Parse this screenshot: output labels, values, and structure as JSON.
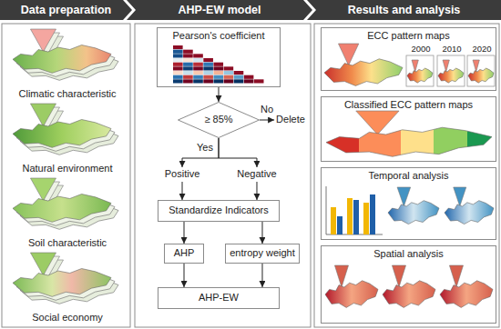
{
  "diagram": {
    "nodes": [
      {
        "text": [
          "Data preparation"
        ]
      },
      {
        "text": [
          "AHP-EW model"
        ]
      },
      {
        "text": [
          "Results and analysis"
        ]
      },
      {
        "text": [
          "Climatic characteristic"
        ]
      },
      {
        "text": [
          "Natural environment"
        ]
      },
      {
        "text": [
          "Soil characteristic"
        ]
      },
      {
        "text": [
          "Social economy"
        ]
      },
      {
        "text": [
          "Pearson's coefficient"
        ]
      },
      {
        "text": [
          "≥ 85%"
        ]
      },
      {
        "text": [
          "Delete"
        ]
      },
      {
        "text": [
          "Positive"
        ]
      },
      {
        "text": [
          "Negative"
        ]
      },
      {
        "text": [
          "Standardize Indicators"
        ]
      },
      {
        "text": [
          "AHP"
        ]
      },
      {
        "text": [
          "entropy weight"
        ]
      },
      {
        "text": [
          "AHP-EW"
        ]
      },
      {
        "text": [
          "ECC pattern maps",
          "2000",
          "2010",
          "2020"
        ]
      },
      {
        "text": [
          "Classified ECC pattern maps"
        ]
      },
      {
        "text": [
          "Temporal analysis"
        ]
      },
      {
        "text": [
          "Spatial analysis"
        ]
      }
    ],
    "edges": [
      {
        "from": 7,
        "to": 8,
        "arrow": "to"
      },
      {
        "from": 8,
        "to": 9,
        "label": "No",
        "arrow": "to"
      },
      {
        "from": 8,
        "to": 10,
        "label": "Yes",
        "arrow": "to"
      },
      {
        "from": 8,
        "to": 11,
        "arrow": "to"
      },
      {
        "from": 10,
        "to": 12,
        "arrow": "to"
      },
      {
        "from": 11,
        "to": 12,
        "arrow": "to"
      },
      {
        "from": 12,
        "to": 13,
        "arrow": "to"
      },
      {
        "from": 12,
        "to": 14,
        "arrow": "to"
      },
      {
        "from": 13,
        "to": 15,
        "arrow": "to"
      },
      {
        "from": 14,
        "to": 15,
        "arrow": "to"
      }
    ]
  }
}
